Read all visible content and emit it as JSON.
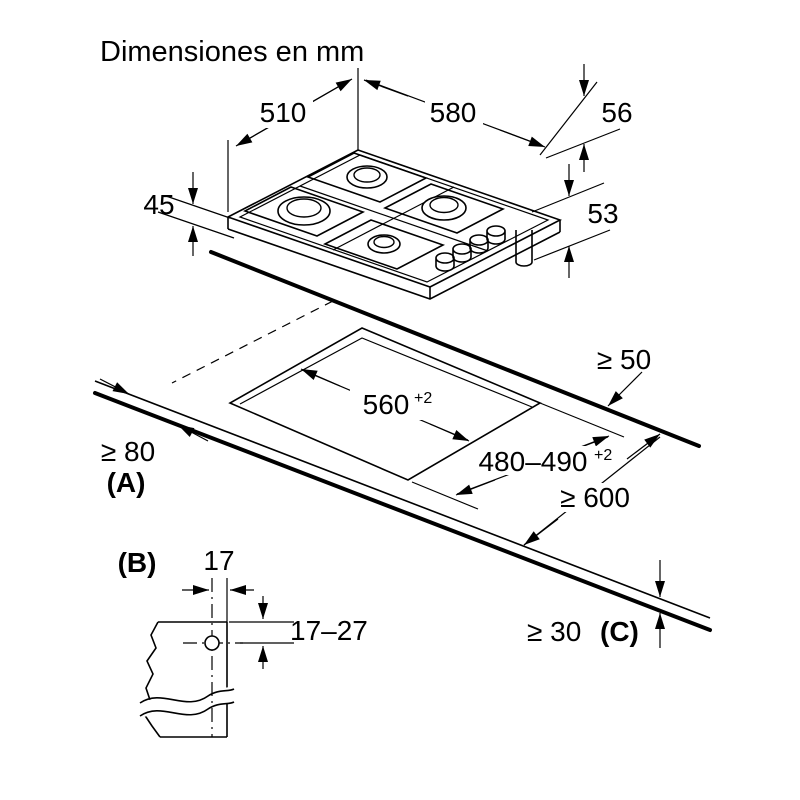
{
  "title": "Dimensiones en mm",
  "hob": {
    "width": "580",
    "depth": "510",
    "height_above": "45",
    "profile_top": "56",
    "profile_bottom": "53"
  },
  "cutout": {
    "width": "560",
    "width_tolerance": "+2",
    "depth": "480–490",
    "depth_tolerance": "+2"
  },
  "clearances": {
    "rear": "≥ 50",
    "left": "≥ 80",
    "left_ref": "(A)",
    "worktop_depth": "≥ 600",
    "front_thickness": "≥ 30",
    "front_thickness_ref": "(C)"
  },
  "detail": {
    "ref": "(B)",
    "hole_edge_distance": "17",
    "hole_center_depth": "17–27"
  }
}
